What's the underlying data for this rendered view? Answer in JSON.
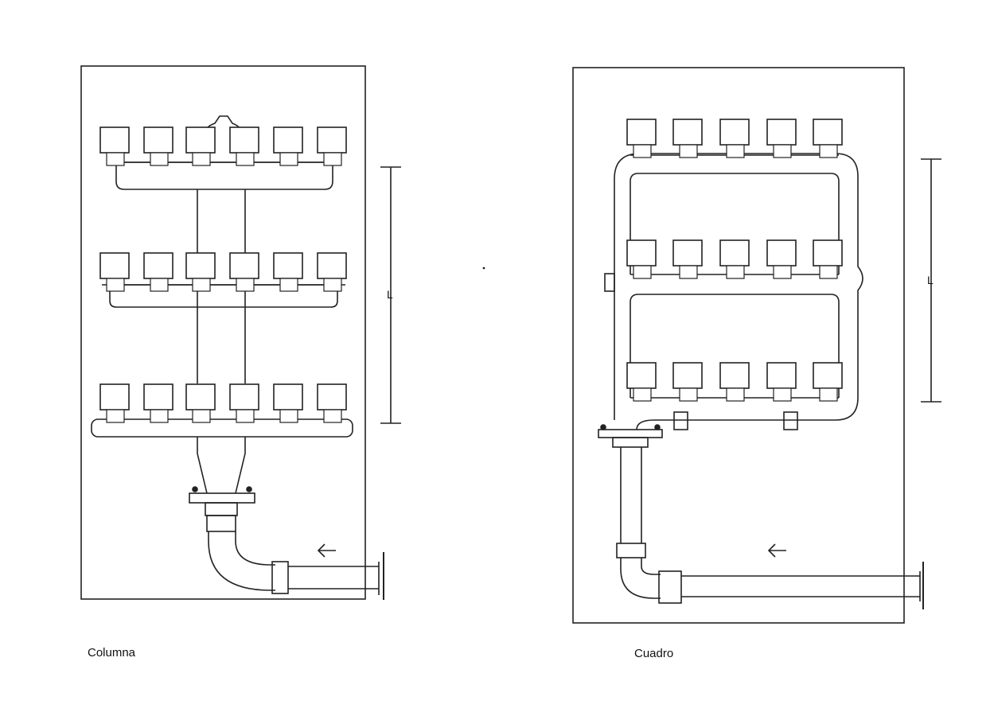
{
  "diagrams": [
    {
      "caption": "Columna",
      "meter_rows": 3,
      "meters_per_row": 6,
      "dimension_label": "L"
    },
    {
      "caption": "Cuadro",
      "meter_rows": 3,
      "meters_per_row": 5,
      "dimension_label": "L"
    }
  ],
  "flow_arrow": "←",
  "colors": {
    "line": "#222222",
    "background": "#ffffff"
  }
}
